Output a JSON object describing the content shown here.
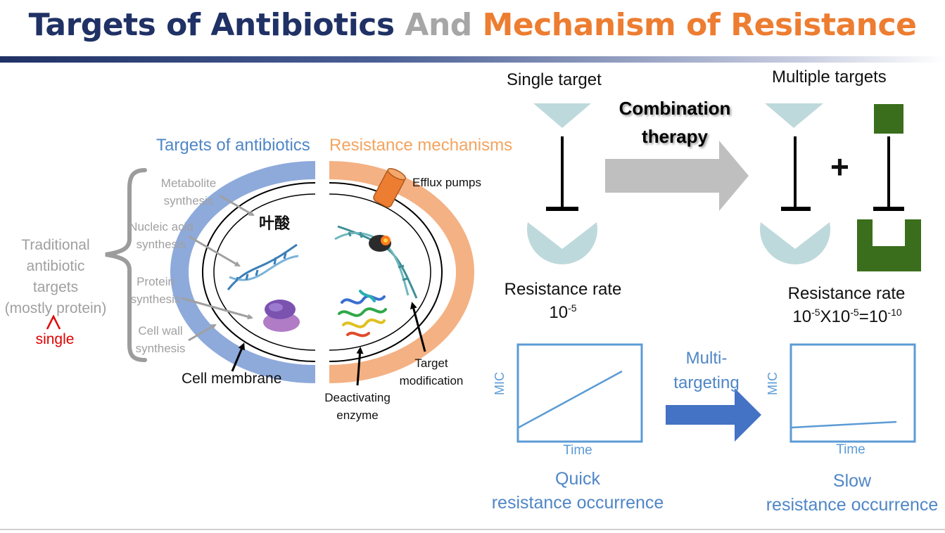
{
  "title": {
    "part1": "Targets of Antibiotics",
    "part2": "And",
    "part3": "Mechanism of Resistance"
  },
  "left": {
    "targets_header": "Targets of antibiotics",
    "resistance_header": "Resistance mechanisms",
    "traditional": [
      "Traditional",
      "antibiotic",
      "targets",
      "(mostly protein)"
    ],
    "single": "single",
    "metabolite": [
      "Metabolite",
      "synthesis"
    ],
    "folic_acid": "叶酸",
    "nucleic": [
      "Nucleic acid",
      "synthesis"
    ],
    "protein": [
      "Protein",
      "synthesis"
    ],
    "cellwall": [
      "Cell wall",
      "synthesis"
    ],
    "cell_membrane": "Cell membrane",
    "efflux": "Efflux pumps",
    "target_mod": [
      "Target",
      "modification"
    ],
    "deactivating": [
      "Deactivating",
      "enzyme"
    ]
  },
  "right": {
    "single_target": "Single target",
    "multiple_targets": "Multiple targets",
    "combination": [
      "Combination",
      "therapy"
    ],
    "plus": "+",
    "res_rate_label": "Resistance rate",
    "res_rate_single_base": "10",
    "res_rate_single_exp": "-5",
    "res_rate_multi": {
      "a": "10",
      "a_exp": "-5",
      "x": "X",
      "b": "10",
      "b_exp": "-5",
      "eq": "=",
      "c": "10",
      "c_exp": "-10"
    },
    "multi_targeting": [
      "Multi-",
      "targeting"
    ],
    "mic": "MIC",
    "time": "Time",
    "quick": "Quick",
    "slow": "Slow",
    "resistance_occurrence": "resistance occurrence"
  },
  "colors": {
    "navy": "#1f3165",
    "orange": "#ed7d31",
    "gray": "#a6a6a6",
    "receptor": "#bed9db",
    "green": "#3a6e1c",
    "blue_arrow": "#4472c4",
    "chart_blue": "#5b9bd5",
    "membrane_blue": "#8eaadb",
    "membrane_orange": "#f4b183",
    "red": "#e00000"
  }
}
